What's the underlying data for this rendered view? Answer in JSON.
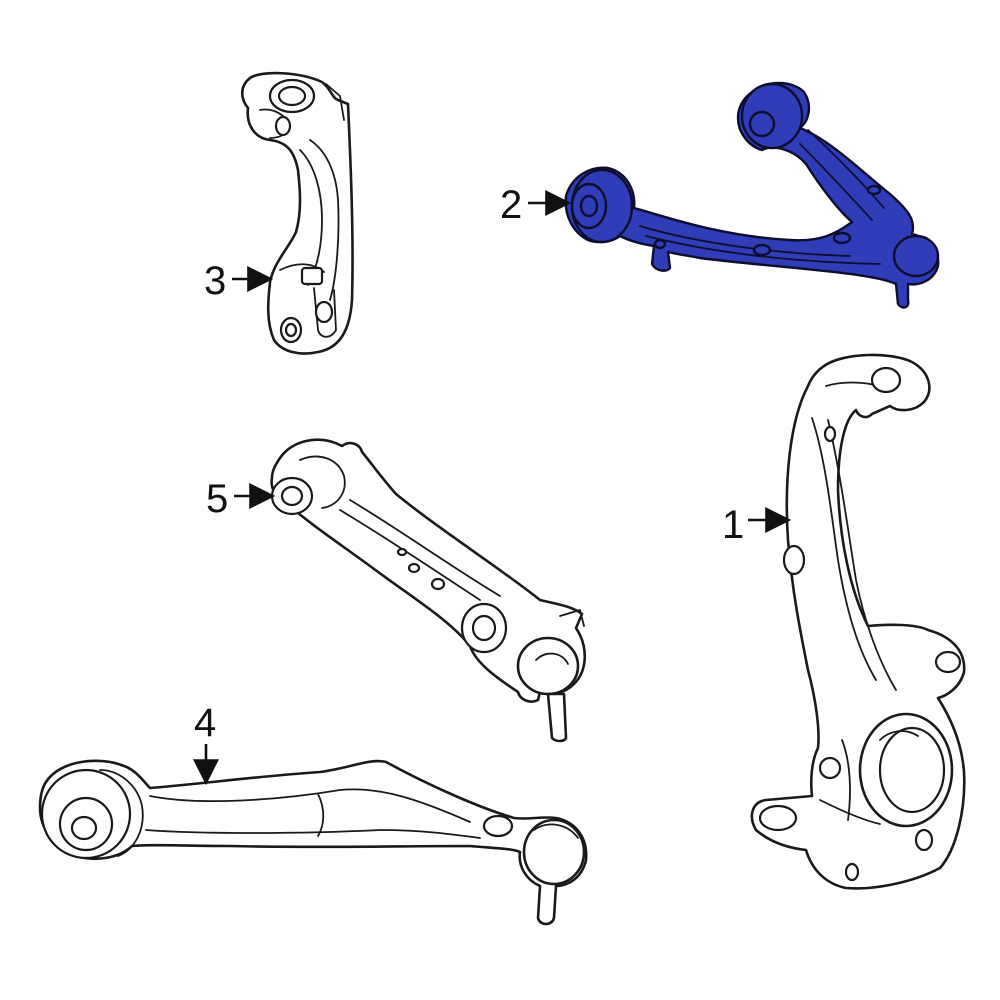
{
  "diagram": {
    "highlight_color": "#2f3db8",
    "line_color": "#1a1a1a",
    "background": "#ffffff",
    "parts": [
      {
        "id": "knuckle",
        "callout": "1",
        "highlighted": false
      },
      {
        "id": "upper-control-arm",
        "callout": "2",
        "highlighted": true
      },
      {
        "id": "bracket",
        "callout": "3",
        "highlighted": false
      },
      {
        "id": "lower-control-arm",
        "callout": "4",
        "highlighted": false
      },
      {
        "id": "tension-strut",
        "callout": "5",
        "highlighted": false
      }
    ]
  }
}
